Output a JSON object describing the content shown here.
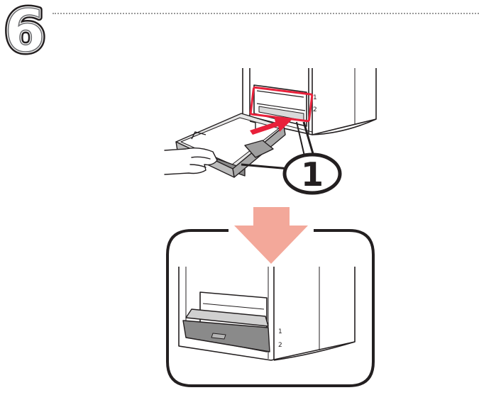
{
  "step": {
    "number": "6"
  },
  "callout": {
    "label": "1"
  },
  "printer_slots": {
    "top": {
      "slot_1": "1",
      "slot_2": "2"
    },
    "bottom": {
      "slot_1": "1",
      "slot_2": "2"
    }
  },
  "colors": {
    "accent_red": "#e8203a",
    "arrow_salmon": "#f3a89a",
    "line_dark": "#231f20",
    "dotted_rule": "#9a9a9a",
    "cassette_fill": "#8a8a8a"
  },
  "icons": [
    "step-number-badge",
    "insert-arrow-icon",
    "down-arrow-icon",
    "hand-illustration",
    "printer-illustration",
    "paper-cassette-illustration"
  ]
}
